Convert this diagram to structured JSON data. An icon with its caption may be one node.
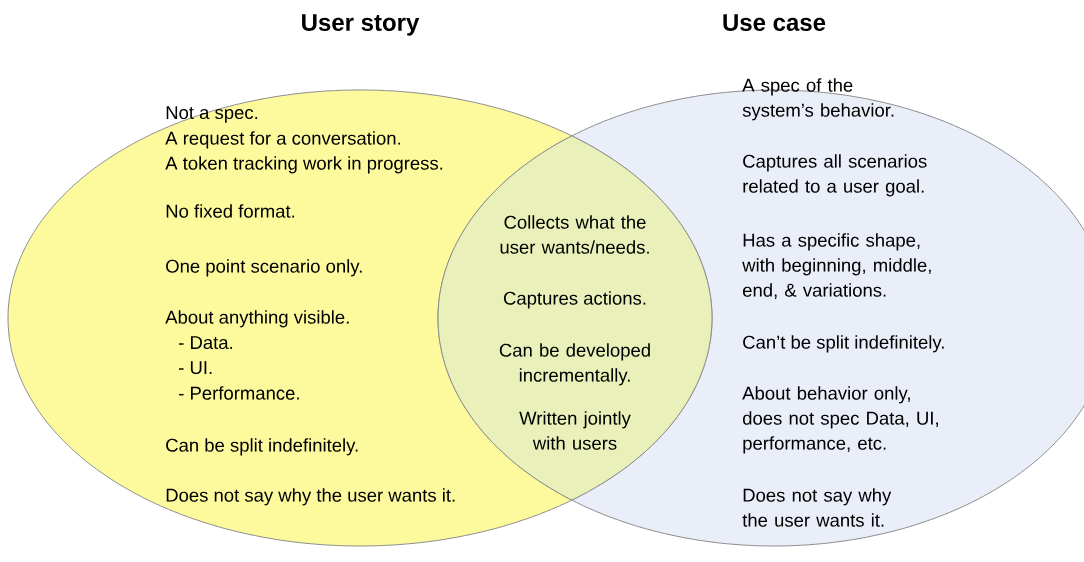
{
  "diagram": {
    "nodes": [
      {
        "text": [
          "User story",
          "Not a spec.",
          "A request for a conversation.",
          "A token tracking work in progress.",
          "No fixed format.",
          "One point scenario only.",
          "About anything visible.",
          "- Data.",
          "- UI.",
          "- Performance.",
          "Can be split indefinitely.",
          "Does not say why the user wants it."
        ]
      },
      {
        "text": [
          "Use case",
          "A spec of the system’s behavior.",
          "Captures all scenarios related to a user goal.",
          "Has a specific shape, with beginning, middle, end, & variations.",
          "Can’t be split indefinitely.",
          "About behavior only, does not spec Data, UI, performance, etc.",
          "Does not say why the user wants it."
        ]
      },
      {
        "text": [
          "Collects what the user wants/needs.",
          "Captures actions.",
          "Can be developed incrementally.",
          "Written jointly with users"
        ]
      }
    ]
  }
}
